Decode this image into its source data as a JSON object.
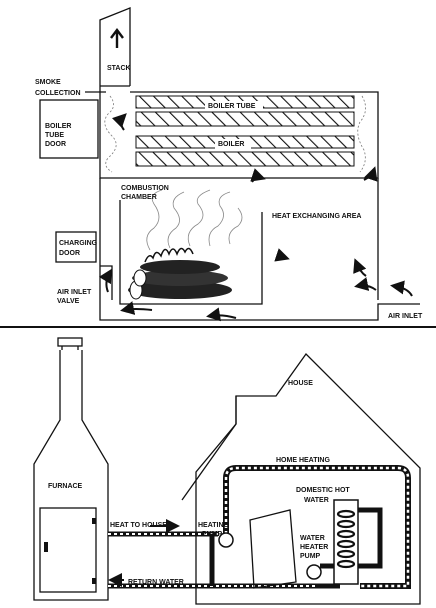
{
  "top_diagram": {
    "labels": {
      "stack": "STACK",
      "smoke_collection_1": "SMOKE",
      "smoke_collection_2": "COLLECTION",
      "boiler_tube_door_1": "BOILER",
      "boiler_tube_door_2": "TUBE",
      "boiler_tube_door_3": "DOOR",
      "boiler_tube": "BOILER TUBE",
      "boiler": "BOILER",
      "combustion_chamber_1": "COMBUSTION",
      "combustion_chamber_2": "CHAMBER",
      "heat_exchanging_area": "HEAT EXCHANGING AREA",
      "charging_door_1": "CHARGING",
      "charging_door_2": "DOOR",
      "air_inlet_valve_1": "AIR INLET",
      "air_inlet_valve_2": "VALVE",
      "air_inlet": "AIR INLET"
    }
  },
  "bottom_diagram": {
    "labels": {
      "house": "HOUSE",
      "furnace": "FURNACE",
      "home_heating": "HOME HEATING",
      "domestic_hot_water_1": "DOMESTIC HOT",
      "domestic_hot_water_2": "WATER",
      "heat_to_house": "HEAT TO HOUSE",
      "heating_pump_1": "HEATING",
      "heating_pump_2": "PUMP",
      "water_heater_pump_1": "WATER",
      "water_heater_pump_2": "HEATER",
      "water_heater_pump_3": "PUMP",
      "return_water": "RETURN WATER"
    }
  }
}
